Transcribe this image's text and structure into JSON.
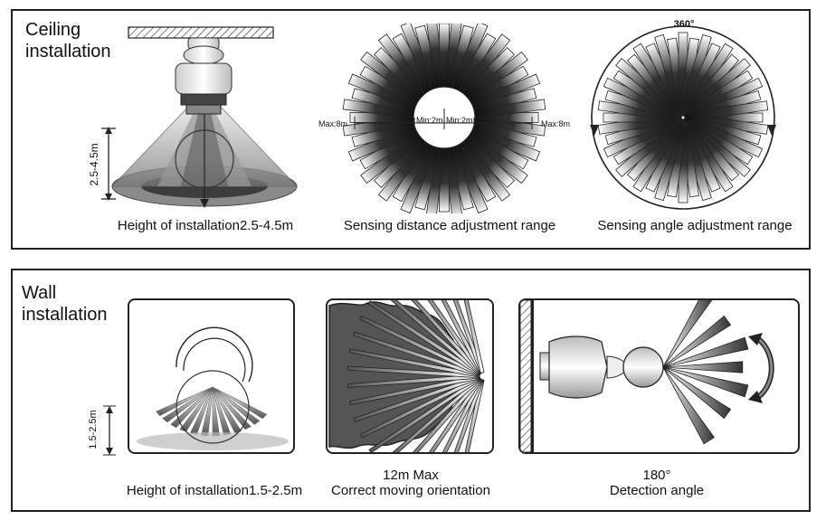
{
  "ceiling": {
    "title": "Ceiling\ninstallation",
    "height_caption": "Height of installation2.5-4.5m",
    "height_range_label": "2.5-4.5m",
    "distance_caption": "Sensing distance adjustment range",
    "max_left": "Max:8m",
    "min_left": "Min:2m",
    "min_right": "Min:2m",
    "max_right": "Max:8m",
    "angle_caption": "Sensing angle adjustment range",
    "angle_label": "360°"
  },
  "wall": {
    "title": "Wall\ninstallation",
    "height_caption": "Height of installation1.5-2.5m",
    "height_range_label": "1.5-2.5m",
    "range_value": "12m Max",
    "range_caption": "Correct moving orientation",
    "angle_value": "180°",
    "angle_caption": "Detection angle"
  }
}
